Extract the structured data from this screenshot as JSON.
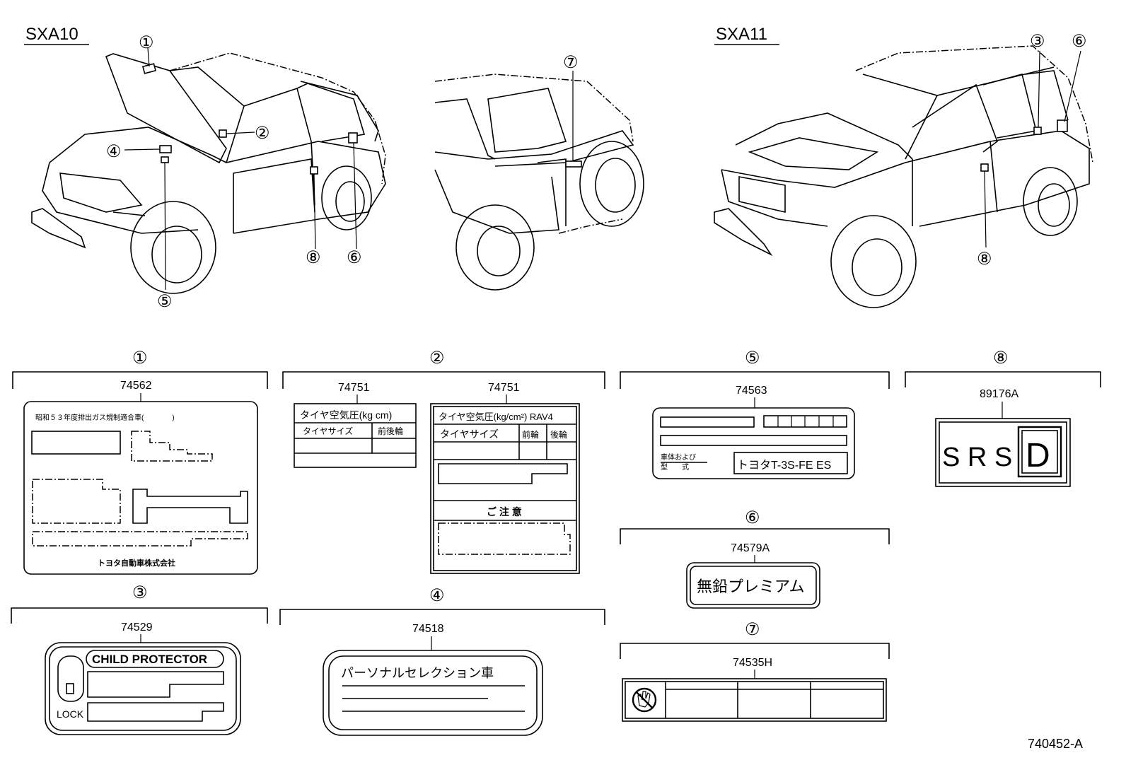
{
  "models": {
    "left": "SXA10",
    "right": "SXA11"
  },
  "callouts": [
    "①",
    "②",
    "③",
    "④",
    "⑤",
    "⑥",
    "⑦",
    "⑧"
  ],
  "sections": {
    "s1": {
      "number": "①",
      "part": "74562"
    },
    "s2": {
      "number": "②",
      "part_a": "74751",
      "part_b": "74751"
    },
    "s3": {
      "number": "③",
      "part": "74529"
    },
    "s4": {
      "number": "④",
      "part": "74518"
    },
    "s5": {
      "number": "⑤",
      "part": "74563"
    },
    "s6": {
      "number": "⑥",
      "part": "74579A"
    },
    "s7": {
      "number": "⑦",
      "part": "74535H"
    },
    "s8": {
      "number": "⑧",
      "part": "89176A"
    }
  },
  "labels": {
    "emission_header": "昭和５３年度排出ガス規制適合車(　　　　)",
    "emission_footer": "トヨタ自動車株式会社",
    "tire_title_a": "タイヤ空気圧(kg cm)",
    "tire_size_a": "タイヤサイズ",
    "tire_axle_a": "前後輪",
    "tire_title_b": "タイヤ空気圧(kg/cm²) RAV4",
    "tire_size_b": "タイヤサイズ",
    "tire_front_b": "前輪",
    "tire_rear_b": "後輪",
    "caution": "ご 注 意",
    "child_protector": "CHILD PROTECTOR",
    "lock": "LOCK",
    "personal_selection": "パーソナルセレクション車",
    "vehicle_name_1": "車体および",
    "vehicle_name_2": "型　　式",
    "engine_model": "トヨタT-3S-FE ES",
    "unleaded_premium": "無鉛プレミアム",
    "srs": "S R S",
    "srs_d": "D"
  },
  "figure_code": "740452-A"
}
